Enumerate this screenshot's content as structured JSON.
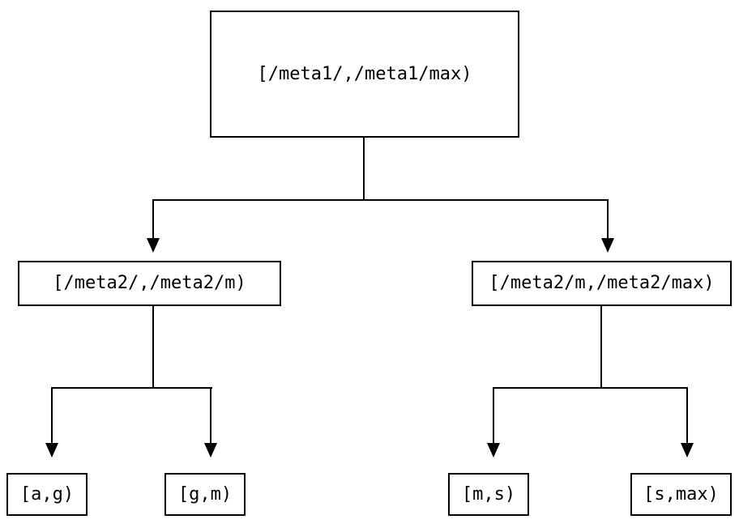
{
  "diagram": {
    "type": "tree",
    "background_color": "#ffffff",
    "line_color": "#000000",
    "text_color": "#000000",
    "nodes": {
      "root": {
        "label": "[/meta1/,/meta1/max)"
      },
      "left": {
        "label": "[/meta2/,/meta2/m)"
      },
      "right": {
        "label": "[/meta2/m,/meta2/max)"
      },
      "leaf1": {
        "label": "[a,g)"
      },
      "leaf2": {
        "label": "[g,m)"
      },
      "leaf3": {
        "label": "[m,s)"
      },
      "leaf4": {
        "label": "[s,max)"
      }
    },
    "edges": [
      {
        "from": "root",
        "to": "left"
      },
      {
        "from": "root",
        "to": "right"
      },
      {
        "from": "left",
        "to": "leaf1"
      },
      {
        "from": "left",
        "to": "leaf2"
      },
      {
        "from": "right",
        "to": "leaf3"
      },
      {
        "from": "right",
        "to": "leaf4"
      }
    ]
  }
}
